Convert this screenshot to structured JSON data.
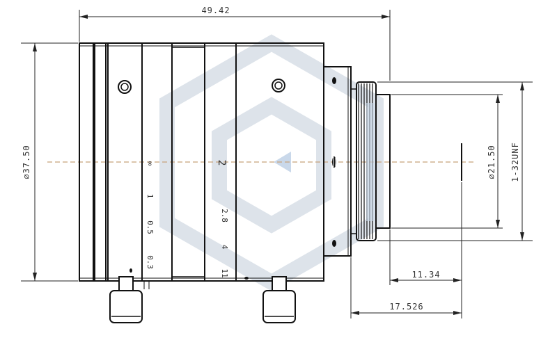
{
  "colors": {
    "line": "#111111",
    "dim": "#222222",
    "axis": "#c8a27a",
    "watermark": "#dde3ea",
    "watermark_accent": "#c9d8ea"
  },
  "dimensions": {
    "overall_length": "49.42",
    "outer_diameter": "∅37.50",
    "thread_diameter": "∅21.50",
    "thread_spec": "1-32UNF",
    "flange_distance": "11.34",
    "back_focal": "17.526"
  },
  "focus_ring": {
    "marks": [
      "∞",
      "1",
      "0.5",
      "0.3"
    ]
  },
  "iris_ring": {
    "marks": [
      "2",
      "2.8",
      "4",
      "11"
    ]
  }
}
